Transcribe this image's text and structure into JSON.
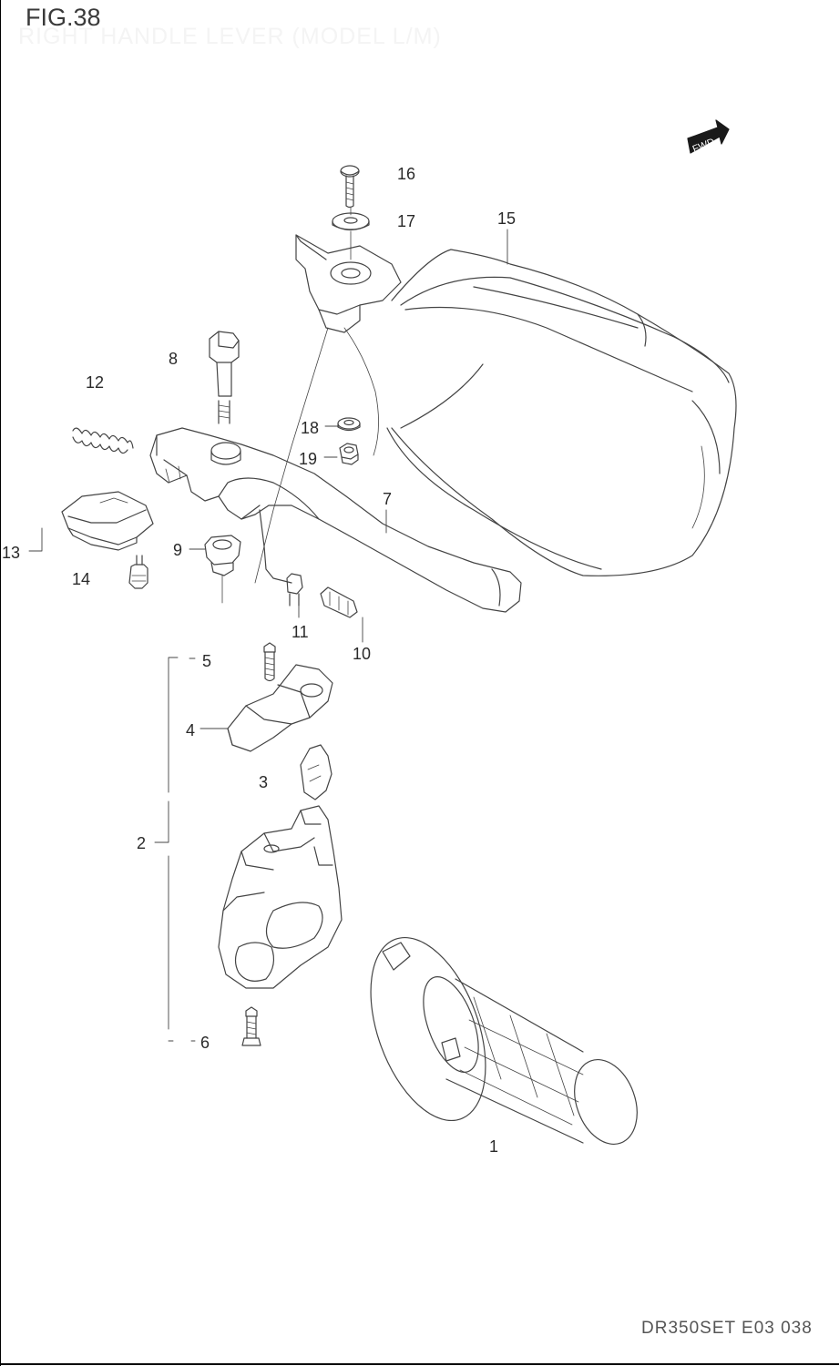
{
  "figure": {
    "title": "FIG.38",
    "subtitle": "RIGHT HANDLE LEVER (MODEL L/M)"
  },
  "direction_badge": {
    "label": "FWD",
    "icon": "forward-arrow-icon"
  },
  "callouts": [
    {
      "id": "1",
      "label": "1"
    },
    {
      "id": "2",
      "label": "2"
    },
    {
      "id": "3",
      "label": "3"
    },
    {
      "id": "4",
      "label": "4"
    },
    {
      "id": "5",
      "label": "5"
    },
    {
      "id": "6",
      "label": "6"
    },
    {
      "id": "7",
      "label": "7"
    },
    {
      "id": "8",
      "label": "8"
    },
    {
      "id": "9",
      "label": "9"
    },
    {
      "id": "10",
      "label": "10"
    },
    {
      "id": "11",
      "label": "11"
    },
    {
      "id": "12",
      "label": "12"
    },
    {
      "id": "13",
      "label": "13"
    },
    {
      "id": "14",
      "label": "14"
    },
    {
      "id": "15",
      "label": "15"
    },
    {
      "id": "16",
      "label": "16"
    },
    {
      "id": "17",
      "label": "17"
    },
    {
      "id": "18",
      "label": "18"
    },
    {
      "id": "19",
      "label": "19"
    }
  ],
  "footer": {
    "code": "DR350SET E03 038"
  },
  "colors": {
    "ink": "#2a2a2a",
    "outline": "#444444",
    "background": "#ffffff"
  }
}
